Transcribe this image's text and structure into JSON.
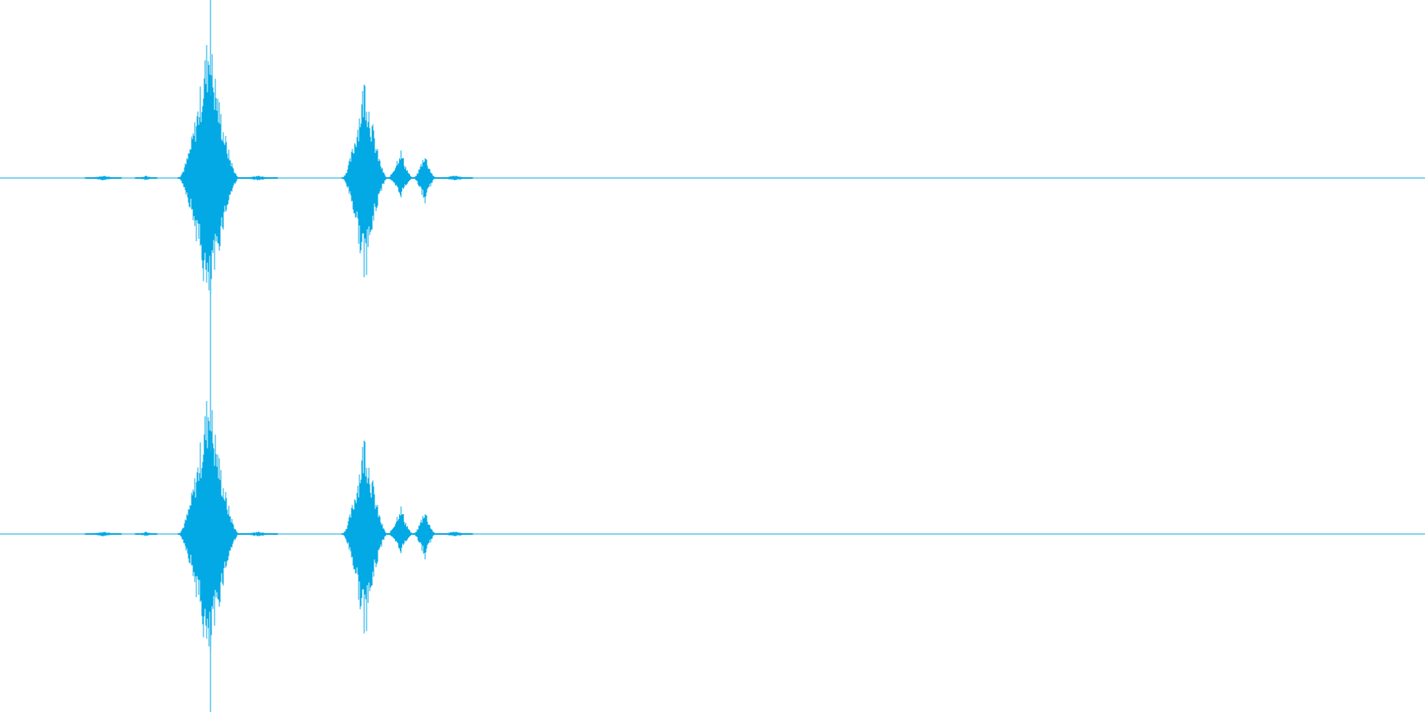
{
  "waveform": {
    "color": "#03a9e4",
    "background": "#ffffff",
    "channel_count": 2,
    "playhead_fraction": 0.1477,
    "channels": [
      {
        "name": "",
        "events": [
          {
            "start": 0.06,
            "end": 0.085,
            "peak_up": 0.015,
            "peak_down": 0.015
          },
          {
            "start": 0.095,
            "end": 0.11,
            "peak_up": 0.015,
            "peak_down": 0.015
          },
          {
            "start": 0.125,
            "end": 0.168,
            "peak_up": 0.88,
            "peak_down": 0.82
          },
          {
            "start": 0.168,
            "end": 0.195,
            "peak_up": 0.015,
            "peak_down": 0.015
          },
          {
            "start": 0.24,
            "end": 0.272,
            "peak_up": 0.62,
            "peak_down": 0.62
          },
          {
            "start": 0.272,
            "end": 0.29,
            "peak_up": 0.18,
            "peak_down": 0.12
          },
          {
            "start": 0.29,
            "end": 0.306,
            "peak_up": 0.16,
            "peak_down": 0.16
          },
          {
            "start": 0.306,
            "end": 0.332,
            "peak_up": 0.015,
            "peak_down": 0.015
          }
        ]
      },
      {
        "name": "",
        "events": [
          {
            "start": 0.06,
            "end": 0.085,
            "peak_up": 0.015,
            "peak_down": 0.015
          },
          {
            "start": 0.095,
            "end": 0.11,
            "peak_up": 0.015,
            "peak_down": 0.015
          },
          {
            "start": 0.125,
            "end": 0.168,
            "peak_up": 0.88,
            "peak_down": 0.82
          },
          {
            "start": 0.168,
            "end": 0.195,
            "peak_up": 0.015,
            "peak_down": 0.015
          },
          {
            "start": 0.24,
            "end": 0.272,
            "peak_up": 0.62,
            "peak_down": 0.62
          },
          {
            "start": 0.272,
            "end": 0.29,
            "peak_up": 0.18,
            "peak_down": 0.12
          },
          {
            "start": 0.29,
            "end": 0.306,
            "peak_up": 0.16,
            "peak_down": 0.16
          },
          {
            "start": 0.306,
            "end": 0.332,
            "peak_up": 0.015,
            "peak_down": 0.015
          }
        ]
      }
    ]
  }
}
